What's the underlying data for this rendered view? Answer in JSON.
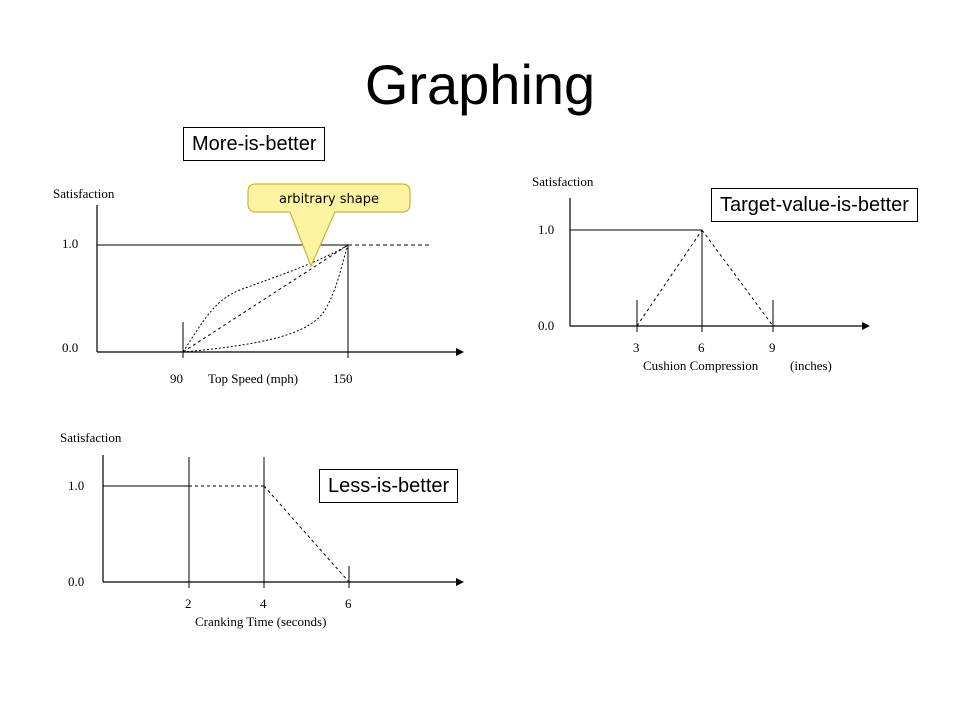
{
  "slide": {
    "title": "Graphing"
  },
  "labels": {
    "more": "More-is-better",
    "target": "Target-value-is-better",
    "less": "Less-is-better"
  },
  "callout": {
    "text": "arbitrary shape",
    "fill": "#fef3a3",
    "stroke": "#c9b82a"
  },
  "chart_data": [
    {
      "type": "line",
      "ylabel": "Satisfaction",
      "xlabel": "Top Speed (mph)",
      "y_ticks": [
        "0.0",
        "1.0"
      ],
      "x_ticks": [
        "90",
        "150"
      ],
      "x": [
        90,
        150
      ],
      "series": [
        {
          "values": [
            0.0,
            1.0
          ]
        }
      ]
    },
    {
      "type": "line",
      "ylabel": "Satisfaction",
      "xlabel": "Cushion Compression",
      "xunit": "(inches)",
      "y_ticks": [
        "0.0",
        "1.0"
      ],
      "x_ticks": [
        "3",
        "6",
        "9"
      ],
      "x": [
        3,
        6,
        9
      ],
      "series": [
        {
          "values": [
            0.0,
            1.0,
            0.0
          ]
        }
      ]
    },
    {
      "type": "line",
      "ylabel": "Satisfaction",
      "xlabel": "Cranking Time (seconds)",
      "y_ticks": [
        "0.0",
        "1.0"
      ],
      "x_ticks": [
        "2",
        "4",
        "6"
      ],
      "x": [
        2,
        4,
        6
      ],
      "series": [
        {
          "values": [
            1.0,
            1.0,
            0.0
          ]
        }
      ]
    }
  ]
}
